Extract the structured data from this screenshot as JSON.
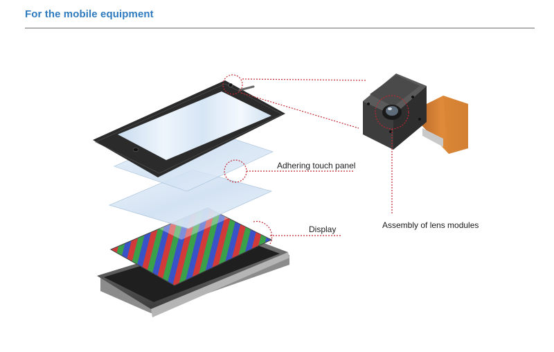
{
  "header": {
    "title": "For the mobile equipment"
  },
  "labels": {
    "touch_panel": "Adhering touch panel",
    "display": "Display",
    "lens_modules": "Assembly of lens modules"
  },
  "colors": {
    "title": "#2e7bbf",
    "callout": "#c0262d",
    "bezel": "#2b2b2b",
    "flex_cable": "#d9802a",
    "subpixel_red": "#d23a3a",
    "subpixel_green": "#3aa04a",
    "subpixel_blue": "#3a52c8"
  }
}
